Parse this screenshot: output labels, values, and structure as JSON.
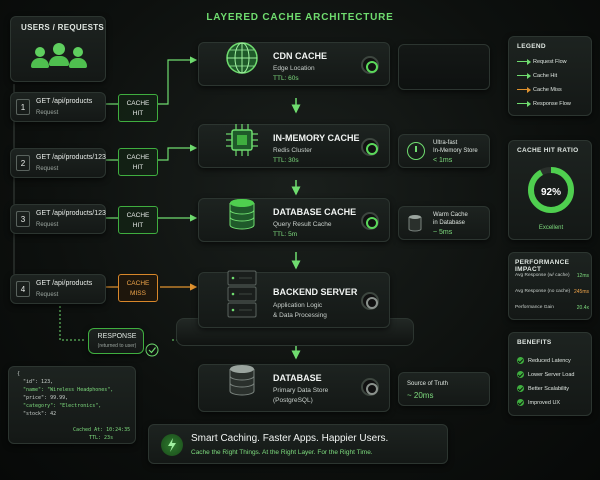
{
  "title": "LAYERED CACHE ARCHITECTURE",
  "users": {
    "title": "USERS / REQUESTS"
  },
  "requests": [
    {
      "num": "1",
      "path": "GET /api/products",
      "sub": "Request"
    },
    {
      "num": "2",
      "path": "GET /api/products/123",
      "sub": "Request"
    },
    {
      "num": "3",
      "path": "GET /api/products/123",
      "sub": "Request"
    },
    {
      "num": "4",
      "path": "GET /api/products",
      "sub": "Request"
    }
  ],
  "tags": [
    {
      "l1": "CACHE",
      "l2": "HIT"
    },
    {
      "l1": "CACHE",
      "l2": "HIT"
    },
    {
      "l1": "CACHE",
      "l2": "HIT"
    },
    {
      "l1": "CACHE",
      "l2": "MISS"
    }
  ],
  "layers": [
    {
      "name": "CDN CACHE",
      "desc": "Edge Location",
      "ttl": "TTL: 60s"
    },
    {
      "name": "IN-MEMORY CACHE",
      "desc": "Redis Cluster",
      "ttl": "TTL: 30s"
    },
    {
      "name": "DATABASE CACHE",
      "desc": "Query Result Cache",
      "ttl": "TTL: 5m"
    },
    {
      "name": "BACKEND SERVER",
      "desc": "Application Logic",
      "desc2": "& Data Processing"
    },
    {
      "name": "DATABASE",
      "desc": "Primary Data Store",
      "desc2": "(PostgreSQL)"
    }
  ],
  "info": [
    {
      "t1": "Ultra-fast",
      "t2": "In-Memory Store",
      "t3": "< 1ms"
    },
    {
      "t1": "Warm Cache",
      "t2": "in Database",
      "t3": "~ 5ms"
    },
    {
      "t1": "Source of Truth",
      "t3": "~ 20ms"
    }
  ],
  "legend": {
    "title": "LEGEND",
    "items": [
      {
        "label": "Request Flow",
        "color": "#6fdc6f"
      },
      {
        "label": "Cache Hit",
        "color": "#6fdc6f"
      },
      {
        "label": "Cache Miss",
        "color": "#e0922f"
      },
      {
        "label": "Response Flow",
        "color": "#6fdc6f"
      }
    ]
  },
  "ratio": {
    "title": "CACHE HIT RATIO",
    "value": "92%",
    "fraction": 0.92,
    "label": "Excellent"
  },
  "perf": {
    "title": "PERFORMANCE IMPACT",
    "rows": [
      {
        "label": "Avg Response (w/ cache)",
        "value": "12ms",
        "color": "#7edc7e"
      },
      {
        "label": "Avg Response (no cache)",
        "value": "245ms",
        "color": "#f0a54a"
      },
      {
        "label": "Performance Gain",
        "value": "20.4x",
        "color": "#7edc7e"
      }
    ]
  },
  "benefits": {
    "title": "BENEFITS",
    "items": [
      "Reduced Latency",
      "Lower Server Load",
      "Better Scalability",
      "Improved UX"
    ]
  },
  "response": {
    "title": "RESPONSE",
    "sub": "(returned to user)"
  },
  "code": {
    "lines": [
      "{",
      "\"id\": 123,",
      "\"name\": \"Wireless Headphones\",",
      "\"price\": 99.99,",
      "\"category\": \"Electronics\",",
      "\"stock\": 42"
    ],
    "cached": "Cached At: 10:24:35",
    "ttl": "TTL: 23s"
  },
  "footer": {
    "t1": "Smart Caching. Faster Apps. Happier Users.",
    "t2": "Cache the Right Things. At the Right Layer. For the Right Time."
  }
}
